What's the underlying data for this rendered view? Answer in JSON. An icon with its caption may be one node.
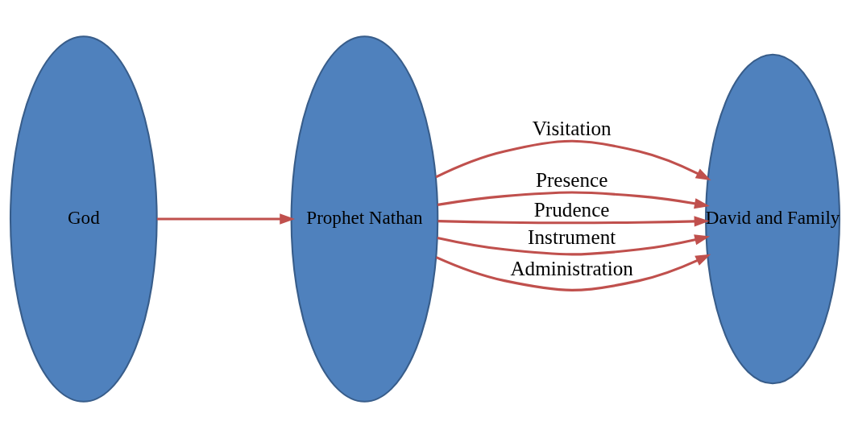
{
  "diagram": {
    "nodes": [
      {
        "text": [
          "God"
        ]
      },
      {
        "text": [
          "Prophet Nathan"
        ]
      },
      {
        "text": [
          "David and Family"
        ]
      }
    ],
    "edges": [
      {
        "from": 0,
        "to": 1,
        "arrow": "to"
      },
      {
        "from": 1,
        "to": 2,
        "arrow": "to",
        "label": "Visitation"
      },
      {
        "from": 1,
        "to": 2,
        "arrow": "to",
        "label": "Presence"
      },
      {
        "from": 1,
        "to": 2,
        "arrow": "to",
        "label": "Prudence"
      },
      {
        "from": 1,
        "to": 2,
        "arrow": "to",
        "label": "Instrument"
      },
      {
        "from": 1,
        "to": 2,
        "arrow": "to",
        "label": "Administration"
      }
    ]
  }
}
